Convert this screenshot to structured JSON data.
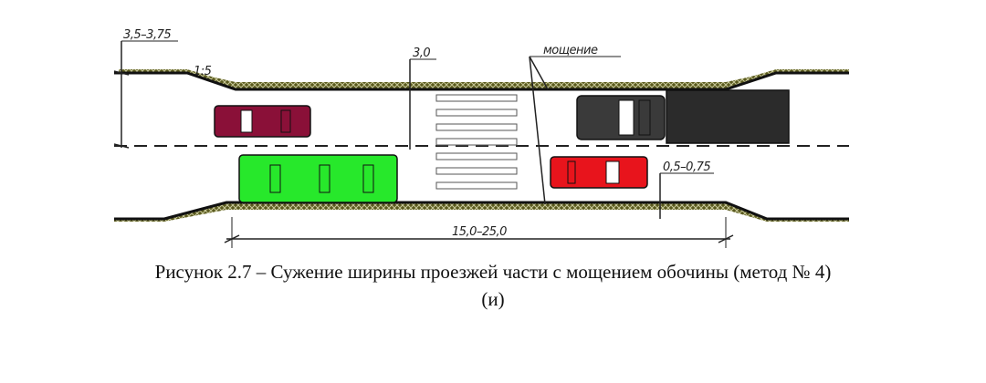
{
  "figure": {
    "labels": {
      "lane_width": "3,5–3,75",
      "slope": "1:5",
      "crosswalk_width": "3,0",
      "paving": "мощение",
      "shoulder_width": "0,5–0,75",
      "narrowing_length": "15,0–25,0"
    },
    "colors": {
      "pavement_fill": "#5a5a1e",
      "pavement_hatch": "#c8c89a",
      "sedan_maroon": "#8a1038",
      "bus": "#27e82b",
      "car_red": "#e8141c",
      "car_dark": "#3a3a3a",
      "truck": "#2b2b2b"
    }
  },
  "caption": {
    "line1": "Рисунок 2.7 – Сужение ширины проезжей части с мощением обочины (метод № 4)",
    "line2": "(и)"
  }
}
